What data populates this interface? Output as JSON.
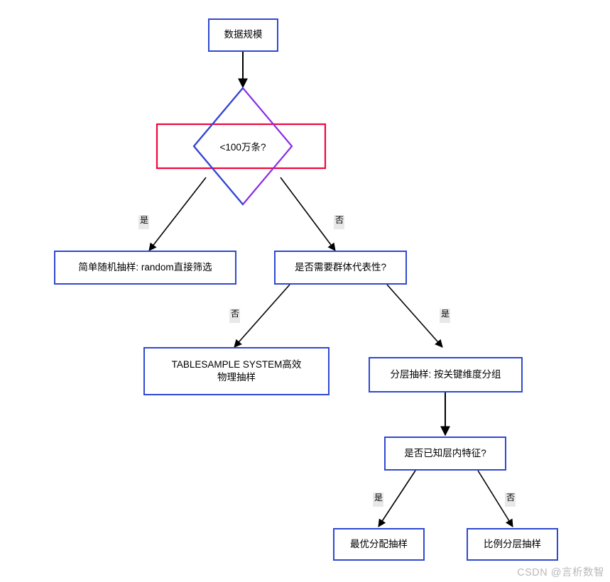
{
  "diagram": {
    "type": "flowchart",
    "title": "",
    "watermark": "CSDN @言析数智",
    "colors": {
      "blue": "#2f49d1",
      "red": "#f0063c",
      "purple": "#8a2be2",
      "edge": "#000000",
      "label_bg": "#e8e8e8",
      "watermark": "#b9b9b9"
    },
    "nodes": [
      {
        "id": "n1",
        "label": "数据规模",
        "shape": "rect",
        "border": "blue"
      },
      {
        "id": "n2",
        "label": "<100万条?",
        "shape": "diamond",
        "border": "purple"
      },
      {
        "id": "n3",
        "label": "简单随机抽样: random直接筛选",
        "shape": "rect",
        "border": "blue"
      },
      {
        "id": "n4",
        "label": "是否需要群体代表性?",
        "shape": "rect",
        "border": "blue"
      },
      {
        "id": "n5",
        "label": "TABLESAMPLE SYSTEM高效\n物理抽样",
        "shape": "rect",
        "border": "blue"
      },
      {
        "id": "n6",
        "label": "分层抽样: 按关键维度分组",
        "shape": "rect",
        "border": "blue"
      },
      {
        "id": "n7",
        "label": "是否已知层内特征?",
        "shape": "rect",
        "border": "blue"
      },
      {
        "id": "n8",
        "label": "最优分配抽样",
        "shape": "rect",
        "border": "blue"
      },
      {
        "id": "n9",
        "label": "比例分层抽样",
        "shape": "rect",
        "border": "blue"
      }
    ],
    "edges": [
      {
        "from": "n1",
        "to": "n2",
        "label": ""
      },
      {
        "from": "n2",
        "to": "n3",
        "label": "是"
      },
      {
        "from": "n2",
        "to": "n4",
        "label": "否"
      },
      {
        "from": "n4",
        "to": "n5",
        "label": "否"
      },
      {
        "from": "n4",
        "to": "n6",
        "label": "是"
      },
      {
        "from": "n6",
        "to": "n7",
        "label": ""
      },
      {
        "from": "n7",
        "to": "n8",
        "label": "是"
      },
      {
        "from": "n7",
        "to": "n9",
        "label": "否"
      }
    ]
  }
}
